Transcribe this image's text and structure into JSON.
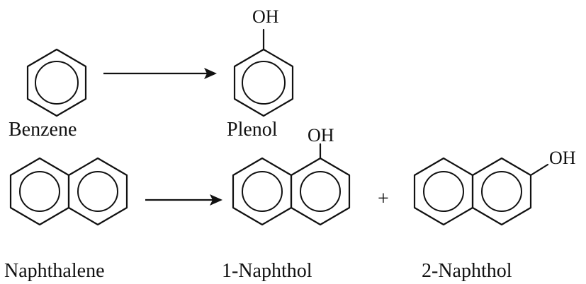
{
  "reactions": [
    {
      "reactant": {
        "name": "Benzene"
      },
      "product": {
        "name": "Plenol",
        "substituent": "OH"
      }
    },
    {
      "reactant": {
        "name": "Naphthalene"
      },
      "products": [
        {
          "name": "1-Naphthol",
          "substituent": "OH"
        },
        {
          "name": "2-Naphthol",
          "substituent": "OH"
        }
      ],
      "plus": "+"
    }
  ],
  "colors": {
    "ink": "#111111",
    "background": "#ffffff"
  }
}
